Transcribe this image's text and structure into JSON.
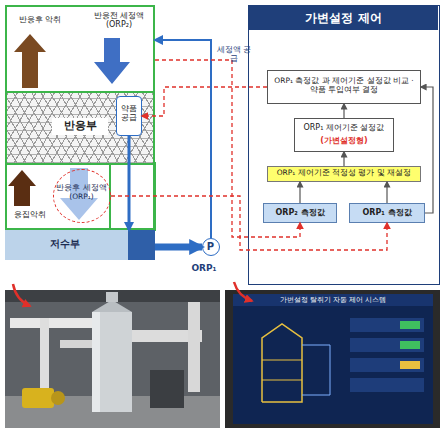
{
  "diagram": {
    "nodes": [
      {
        "text": [
          "반응후 악취",
          "반응전 세정액(ORP₂)"
        ]
      },
      {
        "text": [
          "반응부"
        ]
      },
      {
        "text": [
          "응집악취"
        ]
      },
      {
        "text": [
          "반응후 세정액 (ORP₁)"
        ],
        "in": 2
      },
      {
        "text": [
          "저수부"
        ]
      },
      {
        "text": [
          "약품 공급"
        ]
      },
      {
        "text": [
          "P"
        ]
      },
      {
        "text": [
          "가변설정 제어"
        ]
      },
      {
        "text": [
          "ORP₁ 측정값 과 제어기준 설정값 비교 · 약품 투입여부 결정"
        ],
        "in": 7
      },
      {
        "text": [
          "ORP₁ 제어기준 설정값",
          "(가변설정형)"
        ],
        "in": 7
      },
      {
        "text": [
          "ORP₁ 제어기준 적정성 평가 및 재설정"
        ],
        "in": 7
      },
      {
        "text": [
          "ORP₂ 측정값"
        ],
        "in": 7
      },
      {
        "text": [
          "ORP₁ 측정값"
        ],
        "in": 7
      }
    ],
    "edges": [
      {
        "from": 12,
        "to": 10,
        "arrow": "to"
      },
      {
        "from": 11,
        "to": 10,
        "arrow": "to"
      },
      {
        "from": 10,
        "to": 9,
        "arrow": "to"
      },
      {
        "from": 9,
        "to": 8,
        "arrow": "to"
      },
      {
        "from": 12,
        "to": 8,
        "arrow": "to"
      },
      {
        "from": 8,
        "to": 5,
        "arrow": "to"
      },
      {
        "from": 5,
        "to": 4,
        "arrow": "to"
      },
      {
        "from": 4,
        "to": 6,
        "arrow": "to"
      },
      {
        "from": 6,
        "to": 0,
        "label": "세정액 공급",
        "arrow": "to"
      },
      {
        "from": 3,
        "to": 12,
        "arrow": "to"
      },
      {
        "from": 0,
        "to": 11,
        "arrow": "to"
      }
    ],
    "labels": [
      "ORP₁",
      "가변설정 탈취기 자동 제어 시스템"
    ]
  }
}
